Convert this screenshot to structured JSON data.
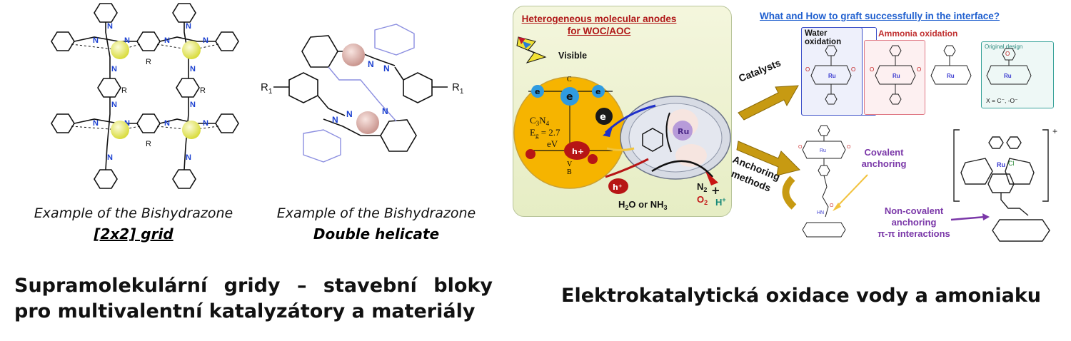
{
  "left": {
    "caption1_line1": "Example of the Bishydrazone",
    "caption1_line2": "[2x2] grid",
    "caption2_line1": "Example of the Bishydrazone",
    "caption2_line2": "Double helicate",
    "atom_R": "R",
    "atom_R1": "R",
    "atom_R1_sub": "1",
    "heading_line1": "Supramolekulární gridy – stavební bloky",
    "heading_line2": "pro multivalentní katalyzátory a materiály"
  },
  "right": {
    "panel_title_line1": "Heterogeneous molecular anodes",
    "panel_title_line2": "for WOC/AOC",
    "visible": "Visible",
    "cb_label": "C",
    "vb_label": "V",
    "vb_label2": "B",
    "material": "C3N4",
    "eg": "Eg = 2.7",
    "ev": "eV",
    "h_plus": "h+",
    "e_minus": "e",
    "water": "H2O or NH3",
    "products": "N2 O2 + H+",
    "ru": "Ru",
    "question": "What and How to graft successfully in the interface?",
    "water_oxidation": "Water oxidation",
    "ammonia_oxidation": "Ammonia oxidation",
    "original_design": "Original design",
    "x_label": "X = C⁻, -O⁻",
    "catalysts": "Catalysts",
    "anchoring_methods_1": "Anchoring",
    "anchoring_methods_2": "methods",
    "covalent_1": "Covalent",
    "covalent_2": "anchoring",
    "noncov_1": "Non-covalent",
    "noncov_2": "anchoring",
    "noncov_3": "π-π interactions",
    "heading": "Elektrokatalytická oxidace vody a amoniaku",
    "plus_charge": "+",
    "cl": "Cl"
  },
  "colors": {
    "panel_title": "#b01818",
    "question": "#1f5fcf",
    "purple_labels": "#7a37a8",
    "semiconductor": "#f6b400",
    "arrows_gold": "#c79a12"
  }
}
